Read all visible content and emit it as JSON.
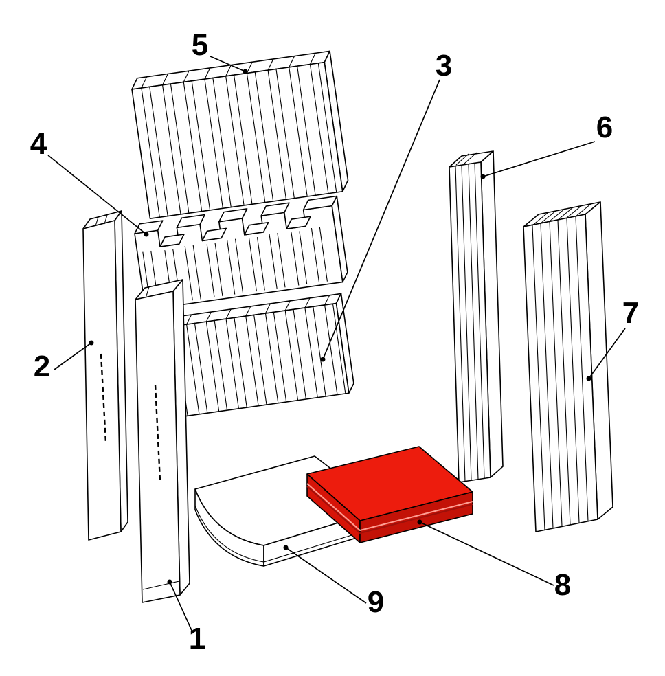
{
  "figure": {
    "background": "#ffffff",
    "line_color": "#000000",
    "highlight_colors": {
      "top": "#ed1c0d",
      "front_left": "#d61408",
      "front_right": "#c31207",
      "groove_light": "#ff9d92",
      "groove_dark": "#9c100a"
    },
    "labels": [
      {
        "text": "1"
      },
      {
        "text": "2"
      },
      {
        "text": "3"
      },
      {
        "text": "4"
      },
      {
        "text": "5"
      },
      {
        "text": "6"
      },
      {
        "text": "7"
      },
      {
        "text": "8"
      },
      {
        "text": "9"
      }
    ]
  }
}
